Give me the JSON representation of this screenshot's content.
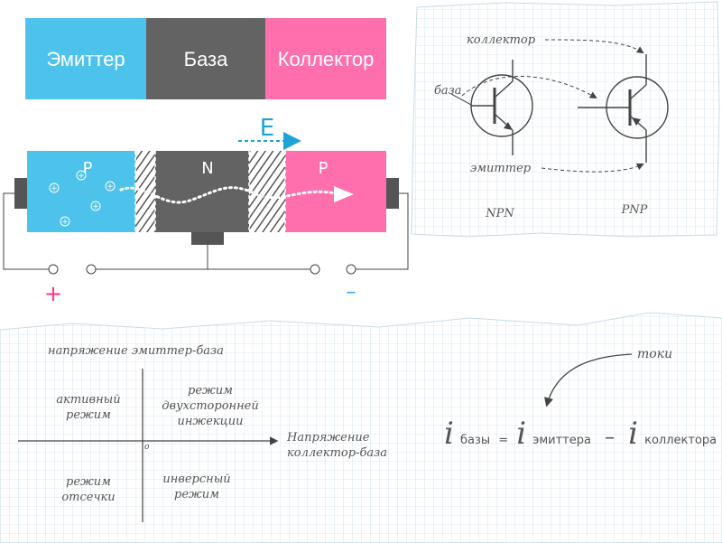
{
  "colors": {
    "emitter": "#4dc3ec",
    "base": "#636363",
    "collector": "#ff6fae",
    "grid": "#b9d3e3",
    "arrow": "#1ea3d6",
    "plus": "#ff2f8a",
    "minus": "#29a8dc"
  },
  "regions": {
    "emitter": "Эмиттер",
    "base": "База",
    "collector": "Коллектор"
  },
  "junction": {
    "p_left": "P",
    "n_mid": "N",
    "p_right": "P",
    "field": "E",
    "carrier": "+",
    "plus_terminal": "+",
    "minus_terminal": "–"
  },
  "transistors": {
    "collector": "коллектор",
    "base": "база",
    "emitter": "эмиттер",
    "npn": "NPN",
    "pnp": "PNP"
  },
  "modes": {
    "y_axis": "напряжение эмиттер-база",
    "x_axis_line1": "Напряжение",
    "x_axis_line2": "коллектор-база",
    "origin": "o",
    "active_1": "активный",
    "active_2": "режим",
    "double_1": "режим",
    "double_2": "двухсторонней",
    "double_3": "инжекции",
    "cutoff_1": "режим",
    "cutoff_2": "отсечки",
    "inverse_1": "инверсный",
    "inverse_2": "режим"
  },
  "formula": {
    "label": "токи",
    "i1": "i",
    "sub1": "базы",
    "eq": "=",
    "i2": "i",
    "sub2": "эмиттера",
    "minus": "–",
    "i3": "i",
    "sub3": "коллектора"
  }
}
